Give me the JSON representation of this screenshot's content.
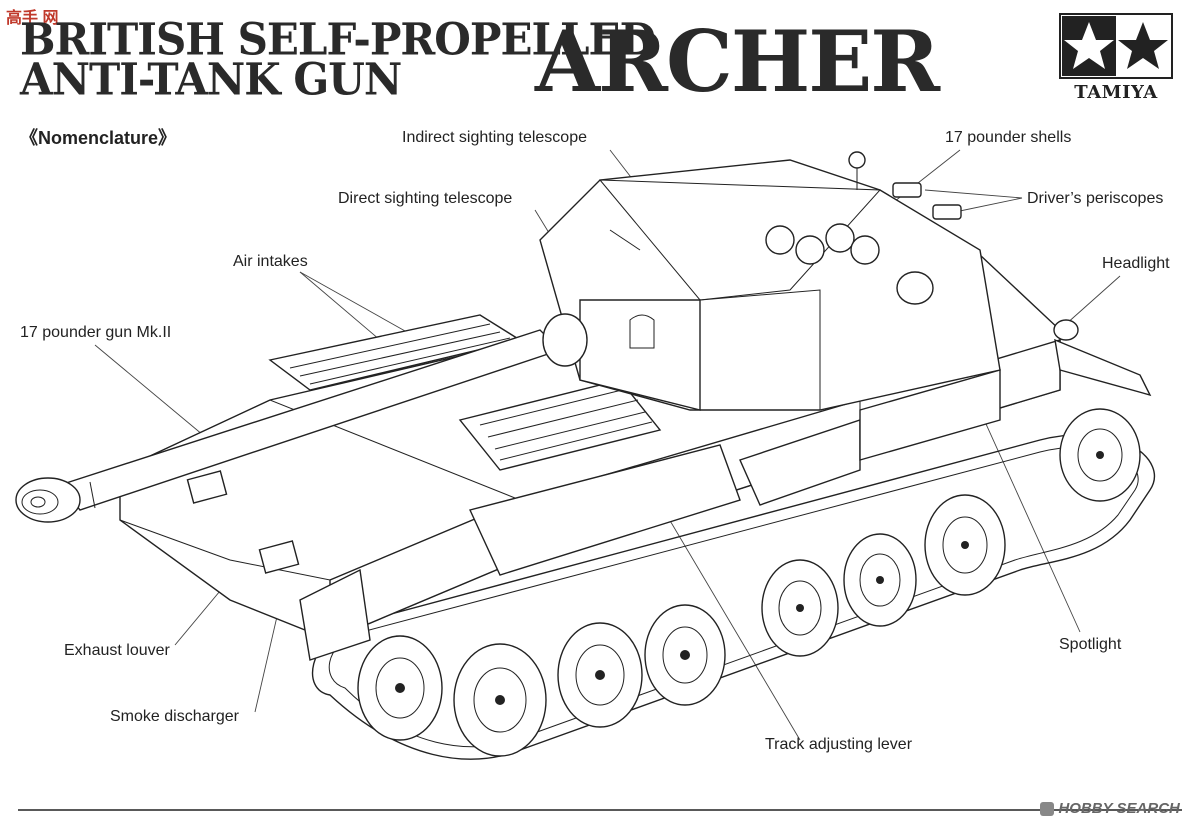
{
  "watermark_top": "高手 网",
  "title": {
    "line1": "BRITISH SELF-PROPELLED",
    "line2": "ANTI-TANK GUN",
    "name": "ARCHER"
  },
  "brand": "TAMIYA",
  "section_heading": "《Nomenclature》",
  "labels": {
    "indirect_sighting_telescope": "Indirect sighting telescope",
    "shells_17pdr": "17 pounder shells",
    "direct_sighting_telescope": "Direct sighting telescope",
    "drivers_periscopes": "Driver’s periscopes",
    "air_intakes": "Air intakes",
    "headlight": "Headlight",
    "gun_17pdr": "17 pounder gun Mk.II",
    "exhaust_louver": "Exhaust louver",
    "spotlight": "Spotlight",
    "smoke_discharger": "Smoke discharger",
    "track_adjusting_lever": "Track adjusting lever"
  },
  "watermark_bottom": "HOBBY SEARCH",
  "icons": [
    "tamiya-star-logo",
    "hobby-search-logo"
  ]
}
